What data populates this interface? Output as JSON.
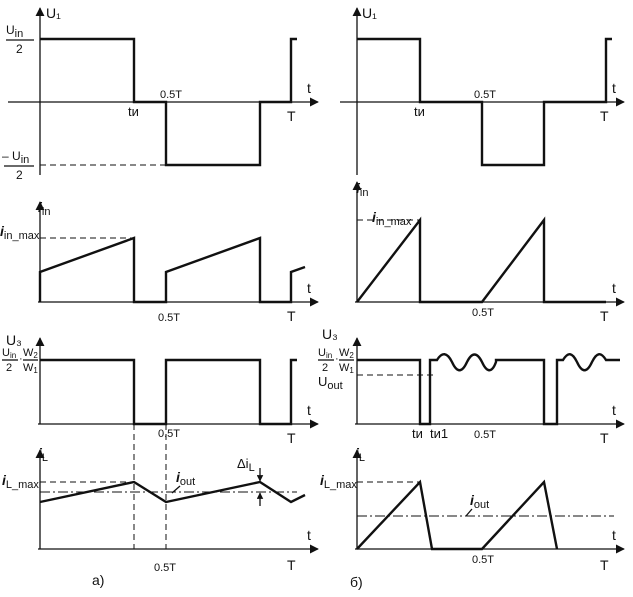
{
  "left": {
    "panel_label": "а)",
    "u1": {
      "ylabel": "U₁",
      "top_num": "U",
      "top_num_sub": "in",
      "top_den": "2",
      "bot_num": "– U",
      "bot_num_sub": "in",
      "bot_den": "2",
      "t": "t",
      "t_pulse": "tи",
      "half": "0.5T",
      "period": "T"
    },
    "iin": {
      "ylabel_i": "i",
      "ylabel_sub": "in",
      "max_i": "i",
      "max_sub": "in_max",
      "t": "t",
      "half": "0.5T",
      "period": "T"
    },
    "u3": {
      "ylabel": "U₃",
      "f1_num": "U",
      "f1_num_sub": "in",
      "f1_den": "2",
      "f2_num": "W",
      "f2_num_sub": "2",
      "f2_den": "W",
      "f2_den_sub": "1",
      "t": "t",
      "half": "0.5T",
      "period": "T"
    },
    "il": {
      "ylabel_i": "i",
      "ylabel_sub": "L",
      "max_i": "i",
      "max_sub": "L_max",
      "iout_i": "i",
      "iout_sub": "out",
      "delta": "Δi",
      "delta_sub": "L",
      "t": "t",
      "half": "0.5T",
      "period": "T"
    }
  },
  "right": {
    "panel_label": "б)",
    "u1": {
      "ylabel": "U₁",
      "t": "t",
      "t_pulse": "tи",
      "half": "0.5T",
      "period": "T"
    },
    "iin": {
      "ylabel_i": "i",
      "ylabel_sub": "in",
      "max_i": "i",
      "max_sub": "in_max",
      "t": "t",
      "half": "0.5T",
      "period": "T"
    },
    "u3": {
      "ylabel": "U₃",
      "f1_num": "U",
      "f1_num_sub": "in",
      "f1_den": "2",
      "f2_num": "W",
      "f2_num_sub": "2",
      "f2_den": "W",
      "f2_den_sub": "1",
      "uout": "U",
      "uout_sub": "out",
      "t": "t",
      "t_pulse": "tи",
      "t_pulse1": "tи1",
      "half": "0.5T",
      "period": "T"
    },
    "il": {
      "ylabel_i": "i",
      "ylabel_sub": "L",
      "max_i": "i",
      "max_sub": "L_max",
      "iout_i": "i",
      "iout_sub": "out",
      "t": "t",
      "half": "0.5T",
      "period": "T"
    }
  }
}
